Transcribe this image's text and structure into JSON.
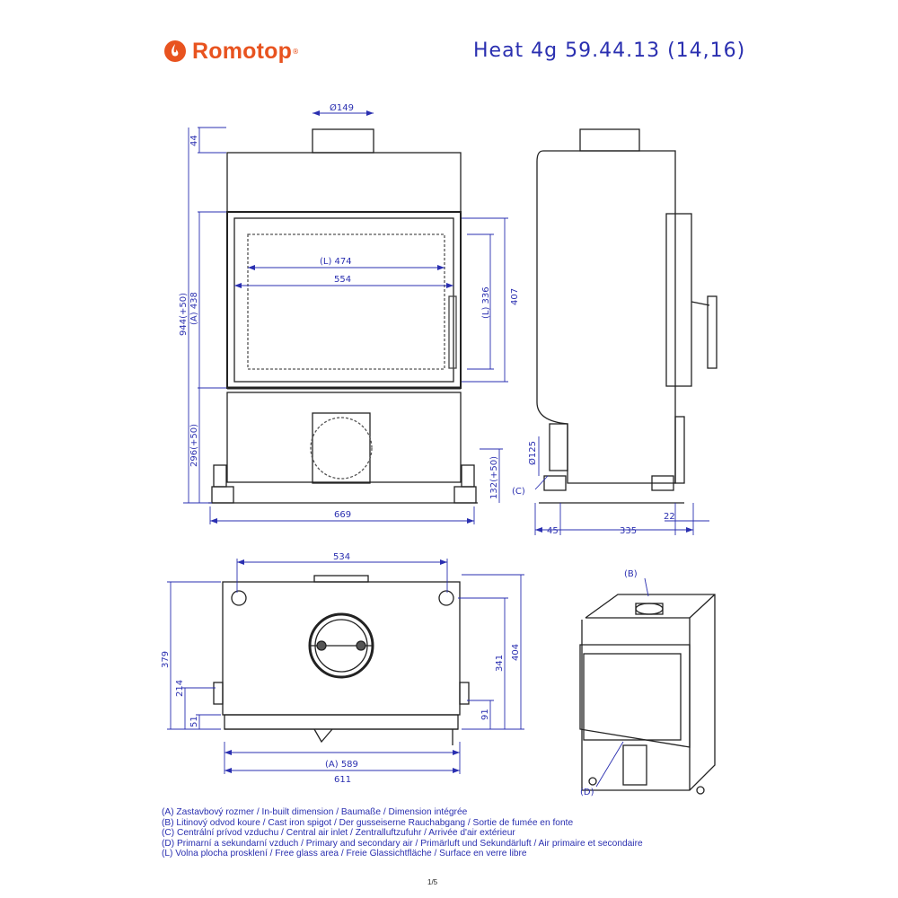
{
  "brand": {
    "name": "Romotop",
    "reg": "®"
  },
  "model": "Heat 4g 59.44.13 (14,16)",
  "dims": {
    "d149": "Ø149",
    "h44": "44",
    "h944": "944(+50)",
    "a438": "(A) 438",
    "l474": "(L) 474",
    "w554": "554",
    "l336": "(L) 336",
    "h407": "407",
    "h296": "296(+50)",
    "h132": "132(+50)",
    "w669": "669",
    "d125": "Ø125",
    "labelC": "(C)",
    "s45": "45",
    "s335": "335",
    "s22": "22",
    "w534": "534",
    "d379": "379",
    "d214": "214",
    "d51": "51",
    "d404": "404",
    "d341": "341",
    "d91": "91",
    "a589": "(A) 589",
    "w611": "611",
    "labelB": "(B)",
    "labelD": "(D)"
  },
  "legend": [
    "(A)  Zastavbový rozmer / In-built dimension / Baumaße / Dimension intégrée",
    "(B)  Litinový odvod koure / Cast iron spigot / Der gusseiserne Rauchabgang / Sortie de fumée en fonte",
    "(C)  Centrální prívod vzduchu / Central air inlet / Zentralluftzufuhr / Arrivée d'air extérieur",
    "(D)  Primarní a sekundarní vzduch / Primary and secondary air / Primärluft und Sekundärluft / Air primaire et secondaire",
    "(L)  Volna plocha prosklení / Free glass area / Freie Glassichtfläche / Surface en verre libre"
  ],
  "page": "1/5",
  "colors": {
    "brand": "#e8531f",
    "dimension": "#2a2fb0",
    "outline": "#222222"
  }
}
